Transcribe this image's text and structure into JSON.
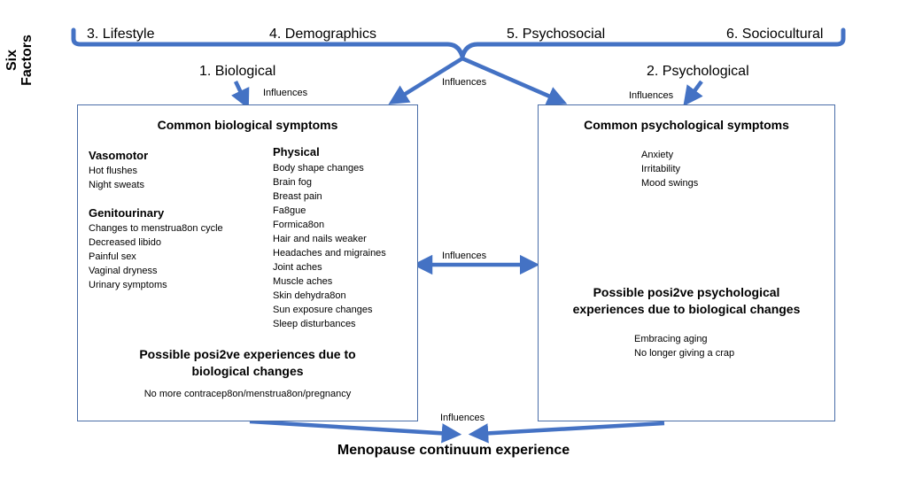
{
  "side_label": [
    "Six",
    "Factors"
  ],
  "factors": {
    "lifestyle": "3. Lifestyle",
    "demographics": "4. Demographics",
    "psychosocial": "5. Psychosocial",
    "sociocultural": "6. Sociocultural",
    "biological": "1. Biological",
    "psychological": "2. Psychological"
  },
  "influences": "Influences",
  "biological_box": {
    "title": "Common biological symptoms",
    "vasomotor": {
      "heading": "Vasomotor",
      "items": [
        "Hot flushes",
        "Night sweats"
      ]
    },
    "genitourinary": {
      "heading": "Genitourinary",
      "items": [
        "Changes to menstrua8on cycle",
        "Decreased libido",
        "Painful sex",
        "Vaginal dryness",
        "Urinary symptoms"
      ]
    },
    "physical": {
      "heading": "Physical",
      "items": [
        "Body shape changes",
        "Brain fog",
        "Breast pain",
        "Fa8gue",
        "Formica8on",
        "Hair and nails weaker",
        "Headaches and migraines",
        "Joint aches",
        "Muscle aches",
        "Skin dehydra8on",
        "Sun exposure changes",
        "Sleep disturbances"
      ]
    },
    "positive_title": [
      "Possible posi2ve experiences due to",
      "biological changes"
    ],
    "positive_items": [
      "No more contracep8on/menstrua8on/pregnancy"
    ]
  },
  "psychological_box": {
    "title": "Common psychological symptoms",
    "items": [
      "Anxiety",
      "Irritability",
      "Mood swings"
    ],
    "positive_title": [
      "Possible posi2ve psychological",
      "experiences due to biological changes"
    ],
    "positive_items": [
      "Embracing aging",
      "No longer giving a crap"
    ]
  },
  "outcome": "Menopause continuum experience",
  "colors": {
    "arrow": "#4472c4",
    "box_border": "#4a6ea8"
  }
}
